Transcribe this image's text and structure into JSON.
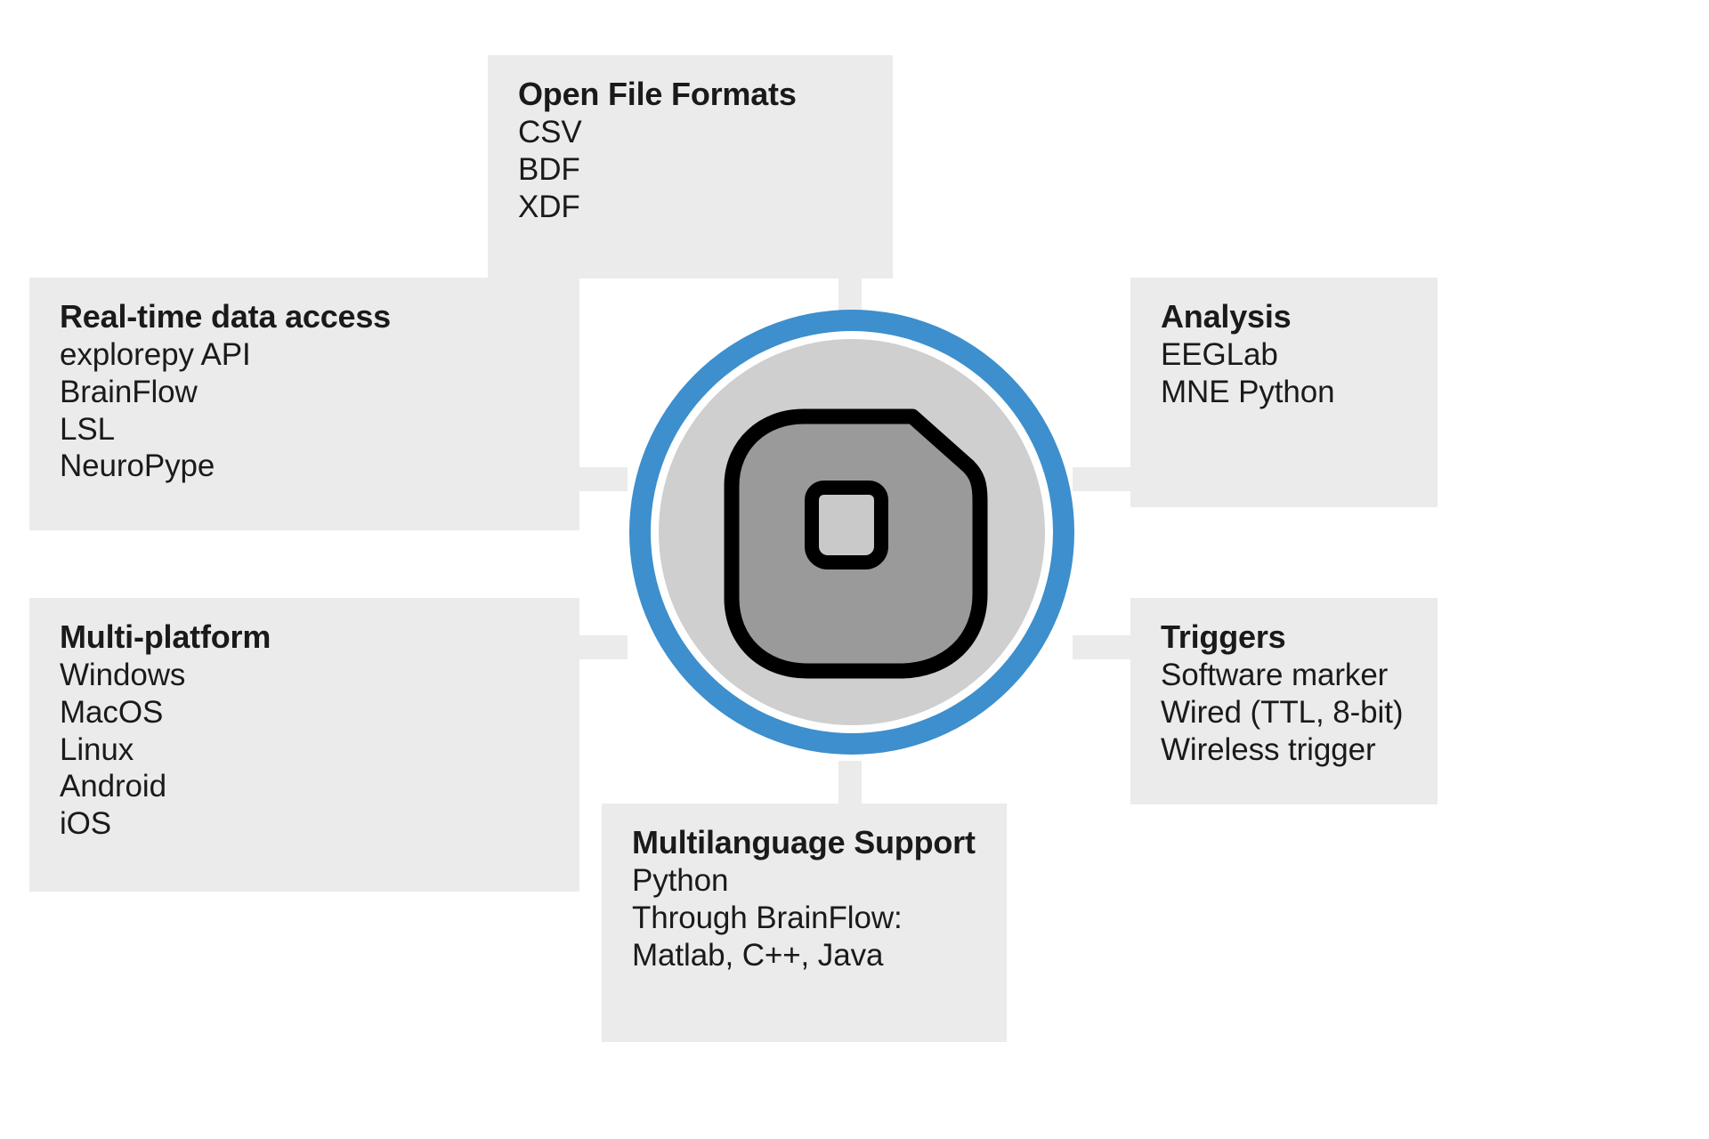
{
  "diagram": {
    "center": {
      "name": "explore-device-hub",
      "ring_color": "#3d8fcd",
      "disc_color": "#cfcfcf",
      "device_body_color": "#9a9a9a",
      "device_outline_color": "#000000",
      "device_button_color": "#c9c9c9",
      "device_accent_color": "#3d8fcd"
    },
    "box_fill": "#ebebeb",
    "text_color": "#1a1a1a",
    "boxes": [
      {
        "id": "open-file-formats",
        "title": "Open File Formats",
        "items": [
          "CSV",
          "BDF",
          "XDF"
        ]
      },
      {
        "id": "realtime-data-access",
        "title": "Real-time data access",
        "items": [
          "explorepy API",
          "BrainFlow",
          "LSL",
          "NeuroPype"
        ]
      },
      {
        "id": "analysis",
        "title": "Analysis",
        "items": [
          "EEGLab",
          "MNE Python"
        ]
      },
      {
        "id": "multi-platform",
        "title": "Multi-platform",
        "items": [
          "Windows",
          "MacOS",
          "Linux",
          "Android",
          "iOS"
        ]
      },
      {
        "id": "triggers",
        "title": "Triggers",
        "items": [
          "Software marker",
          "Wired (TTL, 8-bit)",
          "Wireless trigger"
        ]
      },
      {
        "id": "multilanguage-support",
        "title": "Multilanguage Support",
        "items": [
          "Python",
          "Through BrainFlow:",
          "Matlab, C++, Java"
        ]
      }
    ]
  }
}
